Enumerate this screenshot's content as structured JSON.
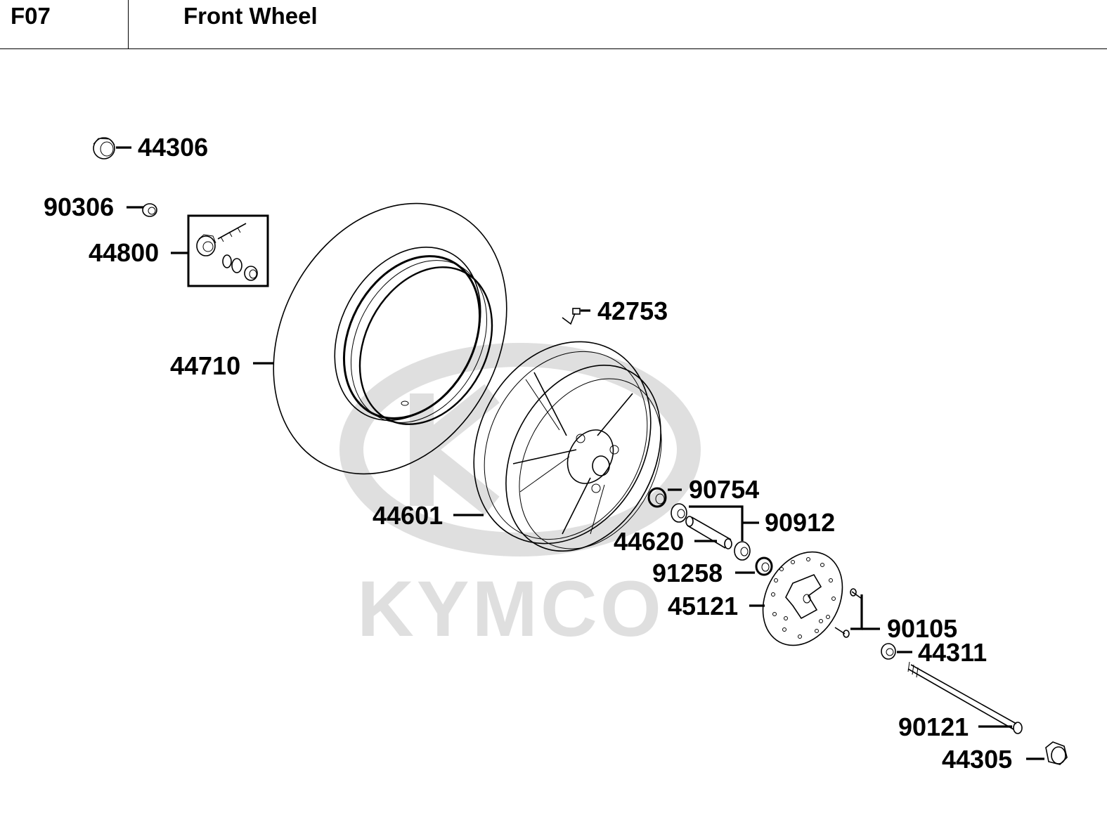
{
  "header": {
    "code": "F07",
    "title": "Front Wheel"
  },
  "watermark": {
    "brand": "KYMCO",
    "color": "#d8d8d8"
  },
  "labels": {
    "p44306": "44306",
    "p90306": "90306",
    "p44800": "44800",
    "p44710": "44710",
    "p42753": "42753",
    "p44601": "44601",
    "p90754": "90754",
    "p90912": "90912",
    "p44620": "44620",
    "p91258": "91258",
    "p45121": "45121",
    "p90105": "90105",
    "p44311": "44311",
    "p90121": "90121",
    "p44305": "44305"
  },
  "parts": [
    {
      "number": "44306",
      "icon": "axle-collar-left-icon"
    },
    {
      "number": "90306",
      "icon": "nut-icon"
    },
    {
      "number": "44800",
      "icon": "speedometer-gear-kit-icon"
    },
    {
      "number": "44710",
      "icon": "tire-icon"
    },
    {
      "number": "42753",
      "icon": "valve-stem-icon"
    },
    {
      "number": "44601",
      "icon": "cast-wheel-icon"
    },
    {
      "number": "90754",
      "icon": "oil-seal-icon"
    },
    {
      "number": "90912",
      "icon": "bearing-icon"
    },
    {
      "number": "44620",
      "icon": "distance-collar-icon"
    },
    {
      "number": "91258",
      "icon": "dust-seal-icon"
    },
    {
      "number": "45121",
      "icon": "brake-disc-icon"
    },
    {
      "number": "90105",
      "icon": "disc-bolt-icon"
    },
    {
      "number": "44311",
      "icon": "axle-collar-right-icon"
    },
    {
      "number": "90121",
      "icon": "axle-shaft-icon"
    },
    {
      "number": "44305",
      "icon": "axle-nut-icon"
    }
  ]
}
